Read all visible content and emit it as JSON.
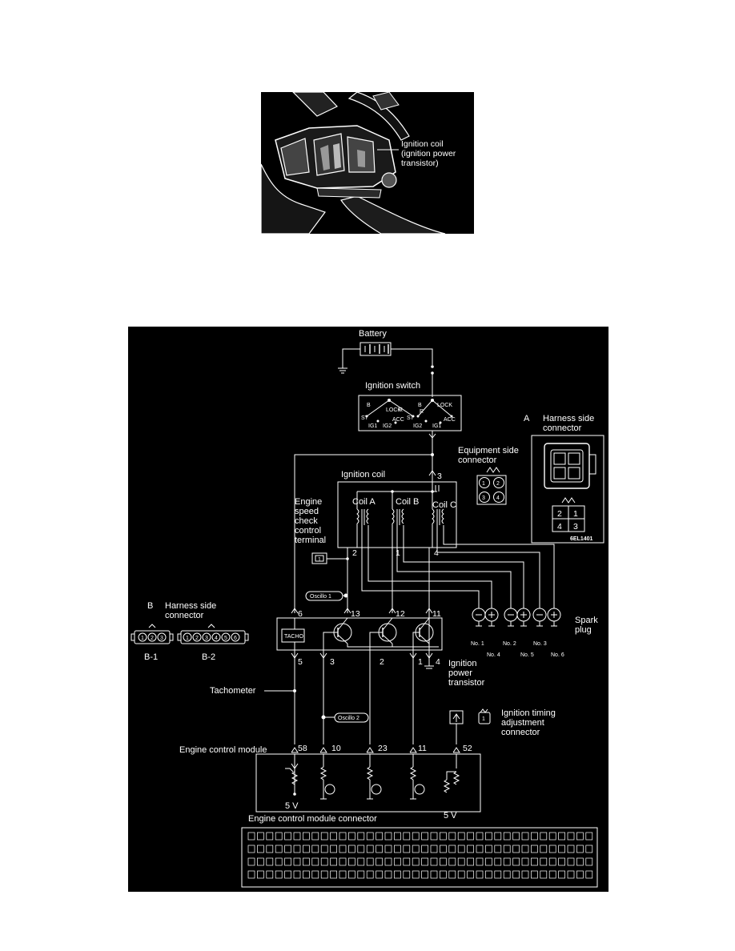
{
  "photo": {
    "caption": [
      "Ignition coil",
      "(ignition power",
      "transistor)"
    ]
  },
  "diagram": {
    "battery": "Battery",
    "ignition_switch": "Ignition switch",
    "switch_terms": [
      "B",
      "LOCK",
      "R",
      "ST",
      "ACC",
      "IG1",
      "IG2",
      "B",
      "LOCK",
      "R",
      "ST",
      "IG2",
      "ACC",
      "IG1"
    ],
    "connector_a": {
      "letter": "A",
      "title": [
        "Harness side",
        "connector"
      ],
      "pins": [
        "2",
        "1",
        "4",
        "3"
      ],
      "code": "6EL1401"
    },
    "equipment_connector": {
      "title": [
        "Equipment side",
        "connector"
      ],
      "pins": [
        "1",
        "2",
        "3",
        "4"
      ]
    },
    "ignition_coil": "Ignition coil",
    "coils": [
      "Coil A",
      "Coil B",
      "Coil C"
    ],
    "engine_speed_terminal": [
      "Engine",
      "speed",
      "check",
      "control",
      "terminal"
    ],
    "coil_pins": [
      "3",
      "2",
      "1",
      "4"
    ],
    "terminal_box": "1",
    "oscillo_1": "Oscillo 1",
    "oscillo_2": "Oscillo 2",
    "connector_b": {
      "letter": "B",
      "title": [
        "Harness side",
        "connector"
      ],
      "b1_pins": [
        "1",
        "2",
        "3"
      ],
      "b2_pins": [
        "1",
        "2",
        "3",
        "4",
        "5",
        "6"
      ],
      "b1_label": "B-1",
      "b2_label": "B-2"
    },
    "transistor_pins_top": [
      "6",
      "13",
      "12",
      "11"
    ],
    "transistor_pins_bottom": [
      "5",
      "3",
      "2",
      "1",
      "4"
    ],
    "tacho": "TACHO",
    "ignition_power_transistor": [
      "Ignition",
      "power",
      "transistor"
    ],
    "spark_plug": [
      "Spark",
      "plug"
    ],
    "plug_numbers": [
      "No. 1",
      "No. 4",
      "No. 2",
      "No. 5",
      "No. 3",
      "No. 6"
    ],
    "tachometer": "Tachometer",
    "timing_connector": [
      "Ignition timing",
      "adjustment",
      "connector"
    ],
    "timing_icon": "1",
    "ecm": "Engine control module",
    "ecm_pins": [
      "58",
      "10",
      "23",
      "11",
      "52"
    ],
    "ecm_5v": [
      "5 V",
      "5 V"
    ],
    "ecm_connector": "Engine control module connector"
  }
}
